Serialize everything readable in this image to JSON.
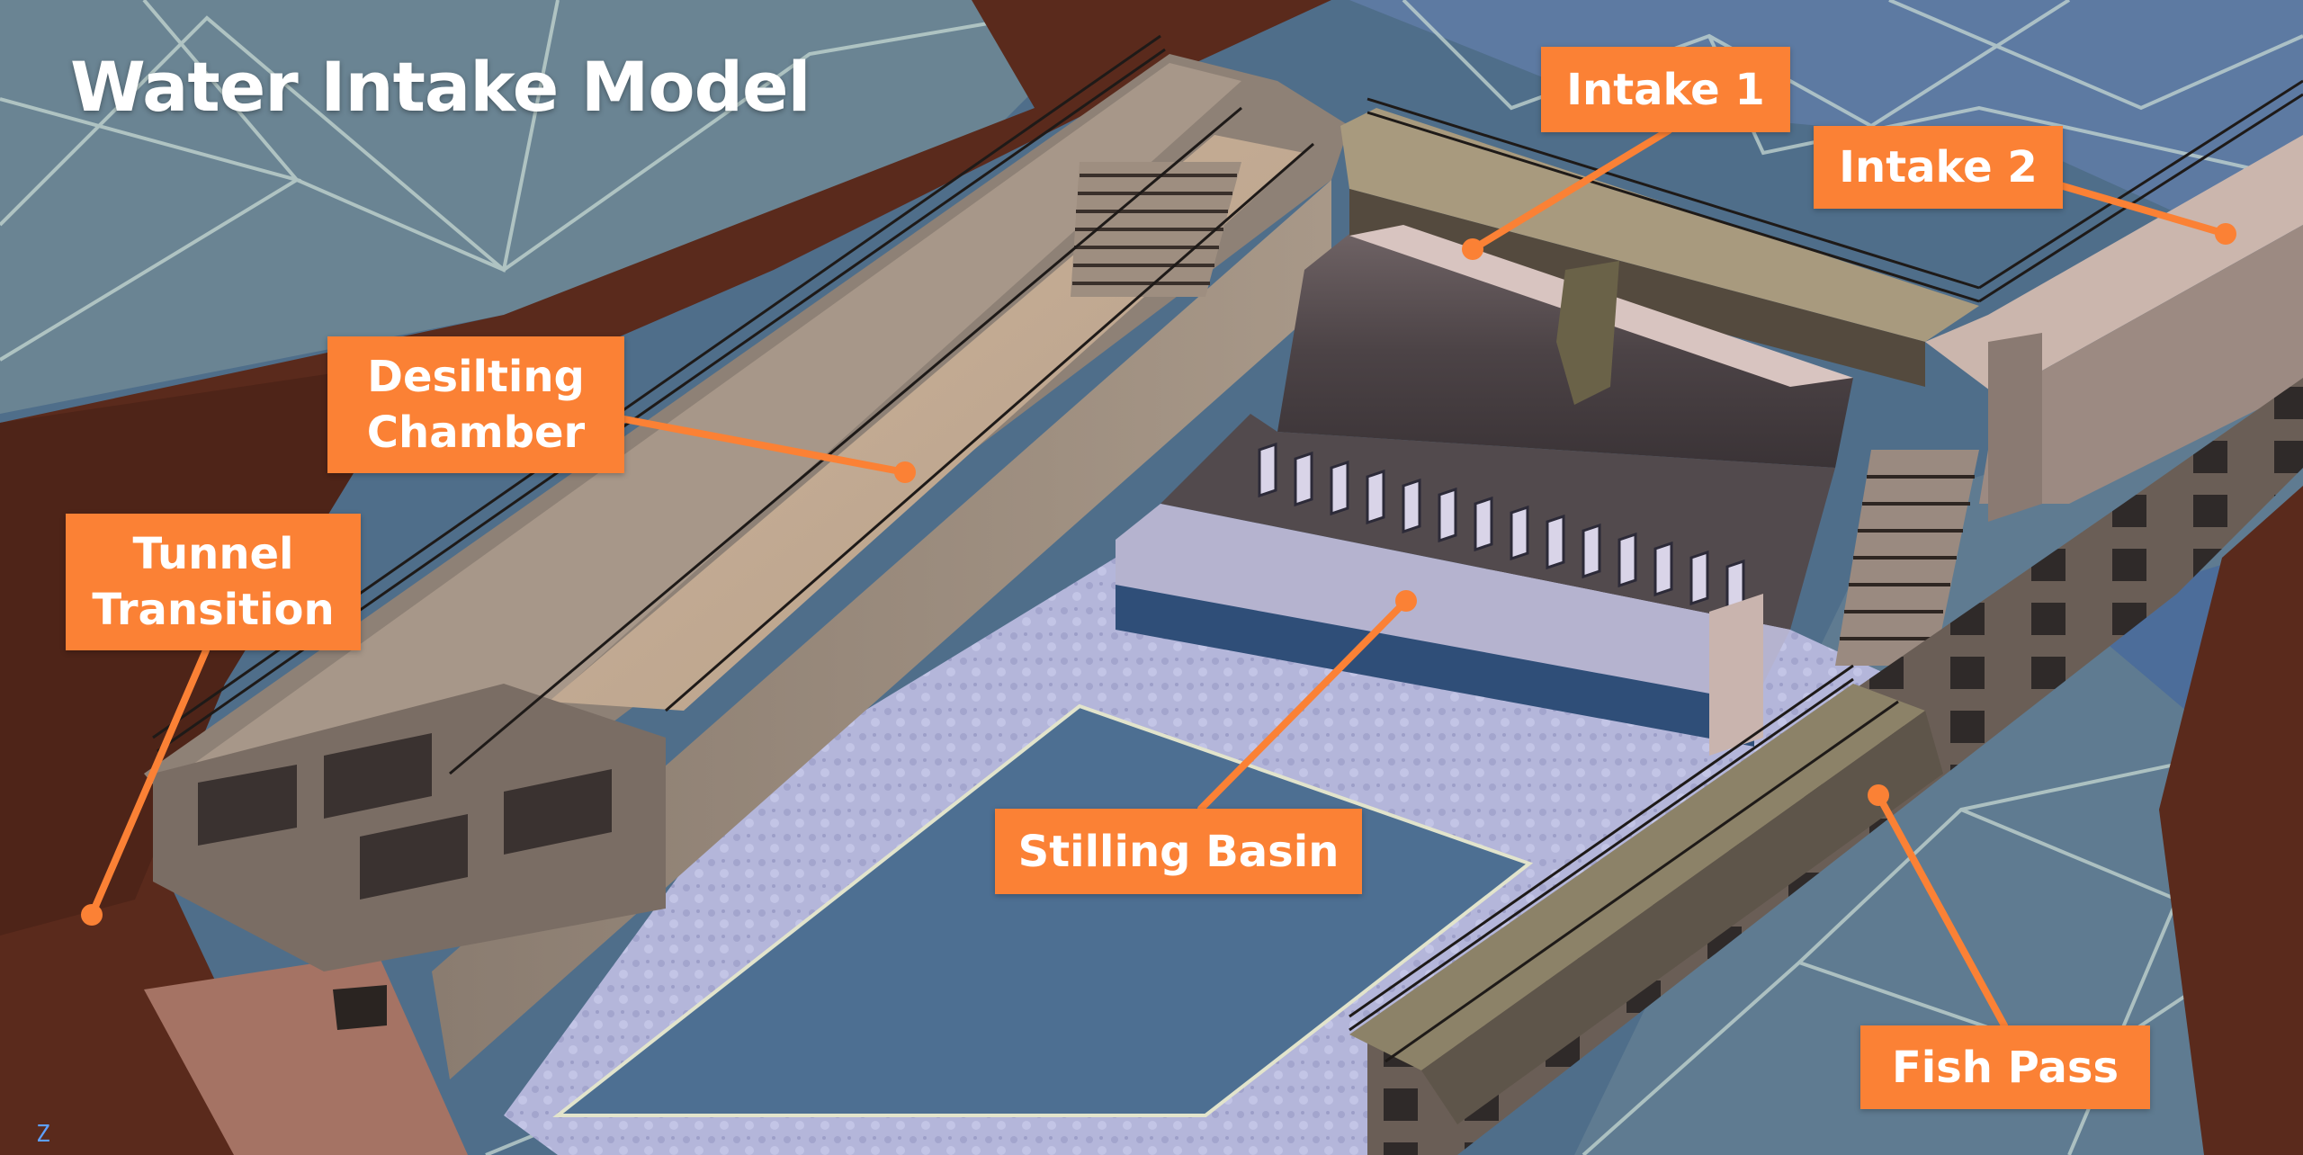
{
  "title": "Water Intake Model",
  "labels": {
    "intake1": "Intake 1",
    "intake2": "Intake 2",
    "desilting": [
      "Desilting",
      "Chamber"
    ],
    "tunnel": [
      "Tunnel",
      "Transition"
    ],
    "stilling": "Stilling Basin",
    "fishpass": "Fish Pass"
  },
  "colors": {
    "callout": "#fb8135",
    "water": "#4f6e8a",
    "earth": "#5a2a1c",
    "concrete": "#b8a899",
    "basin_floor": "#b4b6da"
  },
  "icons": {
    "axis": "z-axis-indicator-icon"
  },
  "axis_label": "Z"
}
